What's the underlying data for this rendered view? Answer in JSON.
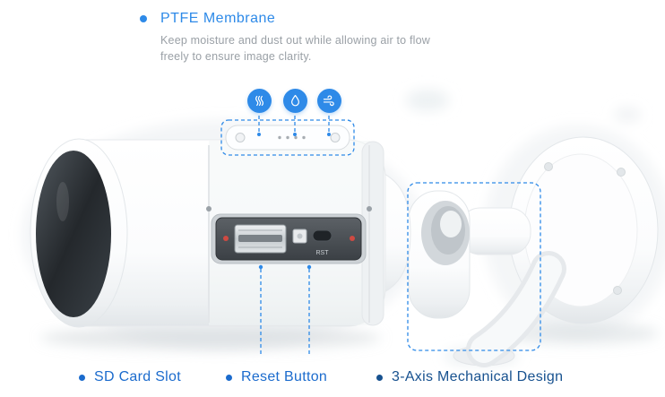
{
  "colors": {
    "accent": "#2e8ae8",
    "label": "#1b6bcd",
    "label_dark": "#17518f",
    "description": "#9aa0a6"
  },
  "ptfe": {
    "title": "PTFE Membrane",
    "description": "Keep moisture and dust out while allowing air to flow freely to ensure image clarity."
  },
  "features": [
    {
      "label": "SD Card Slot"
    },
    {
      "label": "Reset Button"
    },
    {
      "label": "3-Axis Mechanical Design"
    }
  ],
  "icons": [
    {
      "name": "steam-icon"
    },
    {
      "name": "water-drop-icon"
    },
    {
      "name": "airflow-icon"
    }
  ],
  "camera": {
    "reset_port_label": "RST"
  }
}
